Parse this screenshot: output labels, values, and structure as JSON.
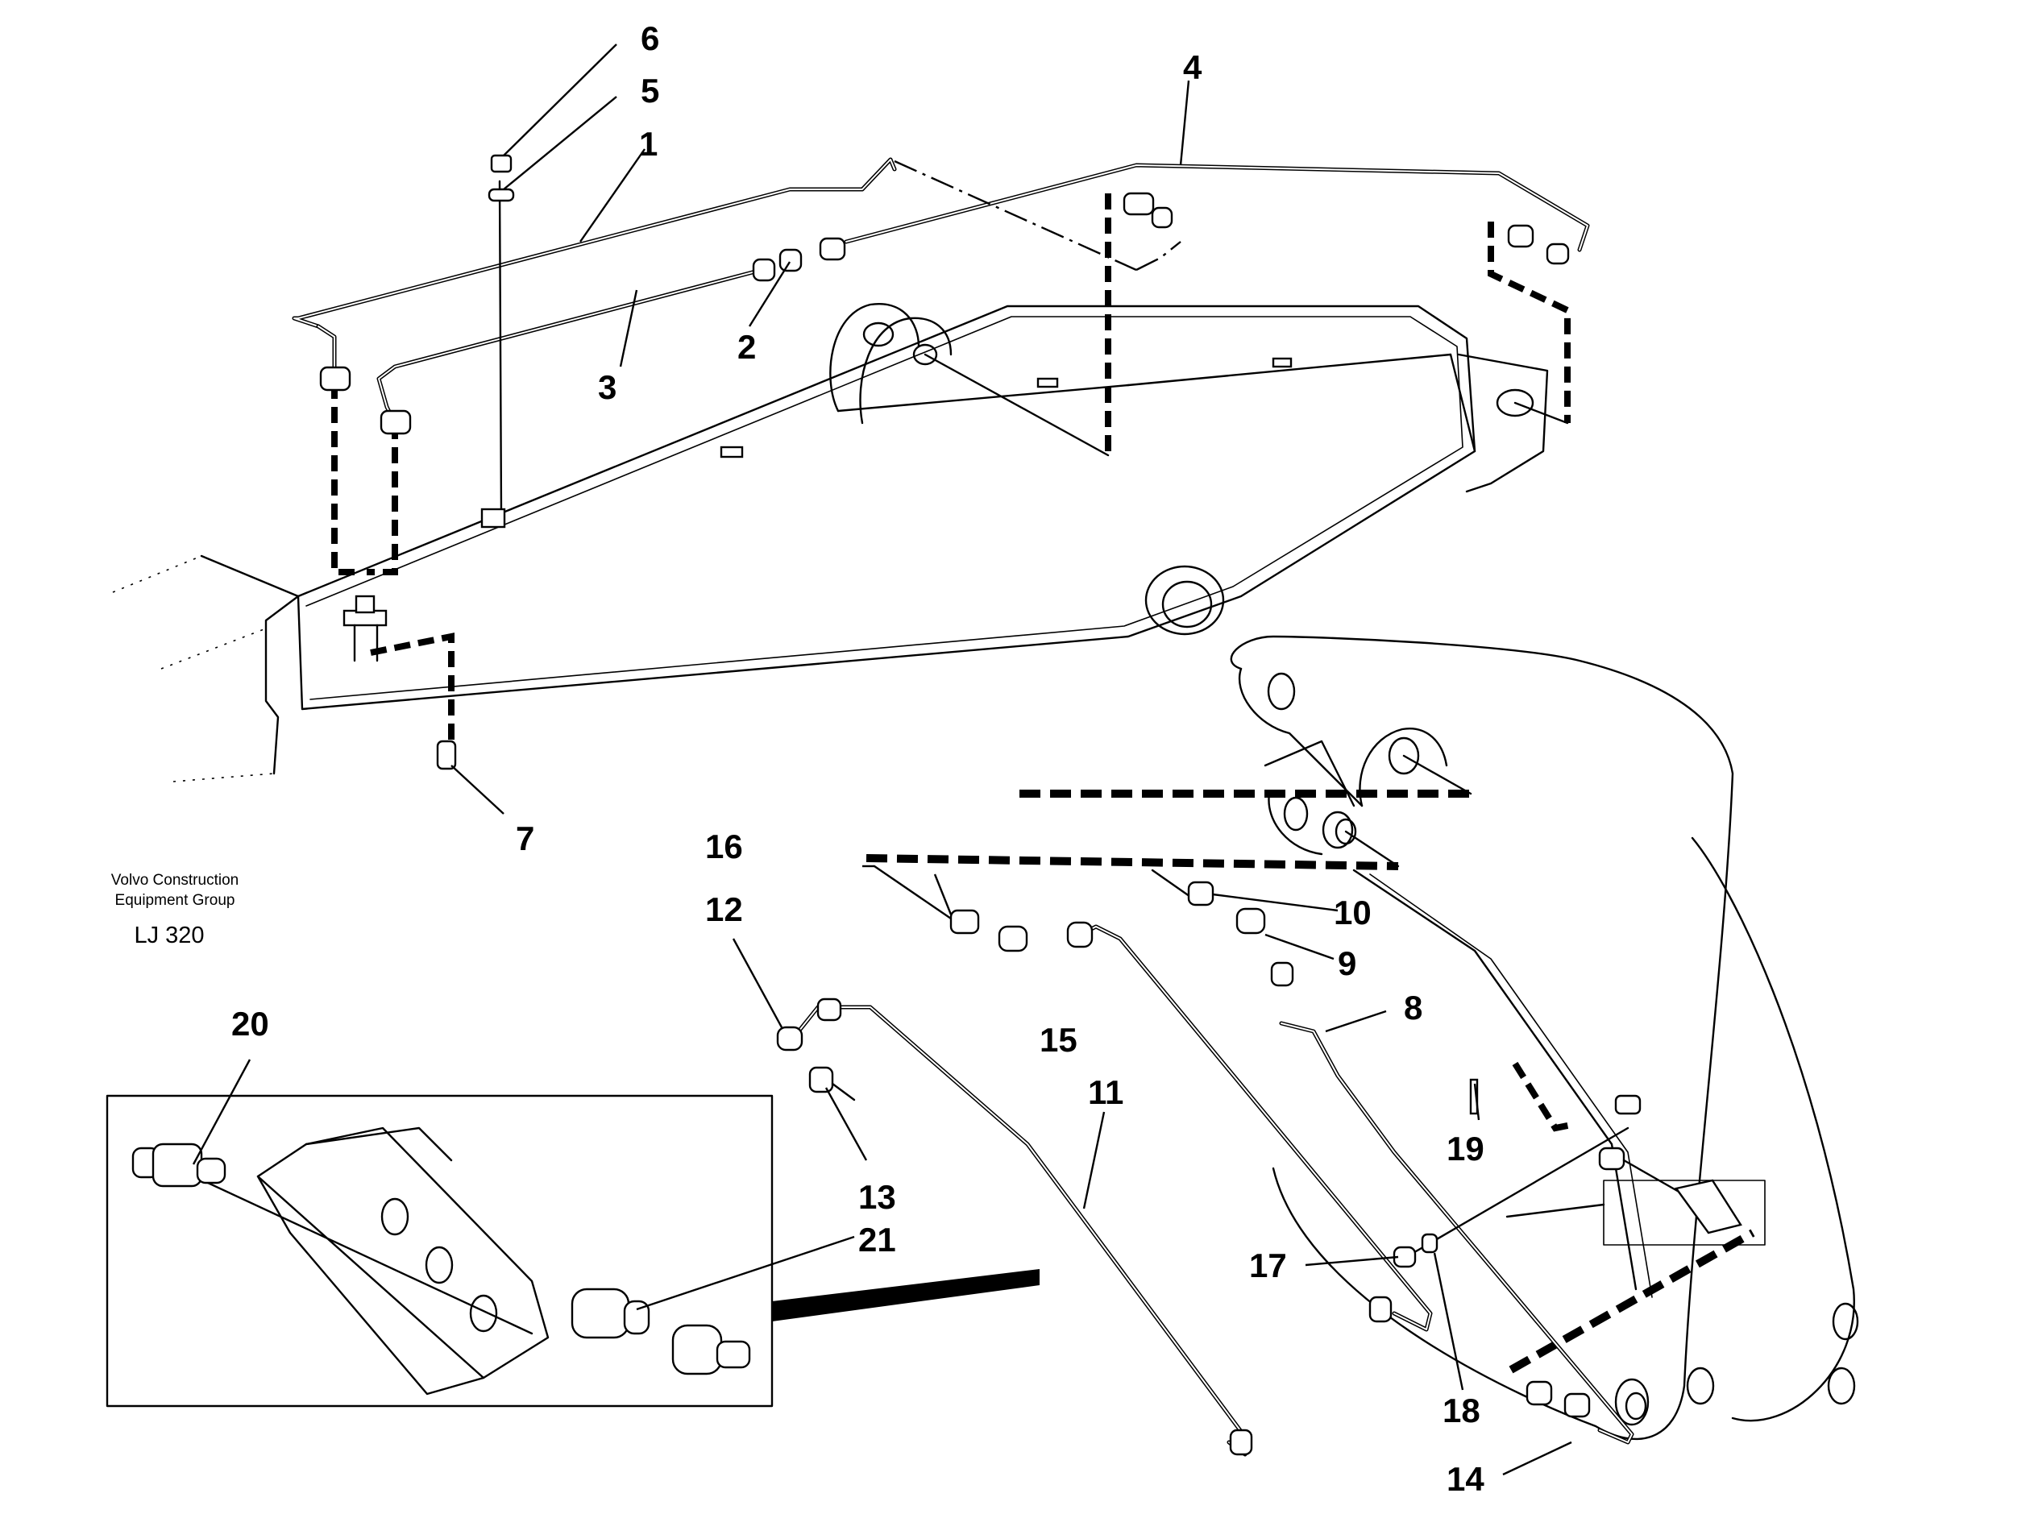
{
  "callouts": [
    {
      "id": "c1",
      "text": "1"
    },
    {
      "id": "c2",
      "text": "2"
    },
    {
      "id": "c3",
      "text": "3"
    },
    {
      "id": "c4",
      "text": "4"
    },
    {
      "id": "c5",
      "text": "5"
    },
    {
      "id": "c6",
      "text": "6"
    },
    {
      "id": "c7",
      "text": "7"
    },
    {
      "id": "c8",
      "text": "8"
    },
    {
      "id": "c9",
      "text": "9"
    },
    {
      "id": "c10",
      "text": "10"
    },
    {
      "id": "c11",
      "text": "11"
    },
    {
      "id": "c12",
      "text": "12"
    },
    {
      "id": "c13",
      "text": "13"
    },
    {
      "id": "c14",
      "text": "14"
    },
    {
      "id": "c15",
      "text": "15"
    },
    {
      "id": "c16",
      "text": "16"
    },
    {
      "id": "c17",
      "text": "17"
    },
    {
      "id": "c18",
      "text": "18"
    },
    {
      "id": "c19",
      "text": "19"
    },
    {
      "id": "c20",
      "text": "20"
    },
    {
      "id": "c21",
      "text": "21"
    }
  ],
  "caption": {
    "line1": "Volvo Construction",
    "line2": "Equipment Group",
    "code": "LJ 320"
  }
}
